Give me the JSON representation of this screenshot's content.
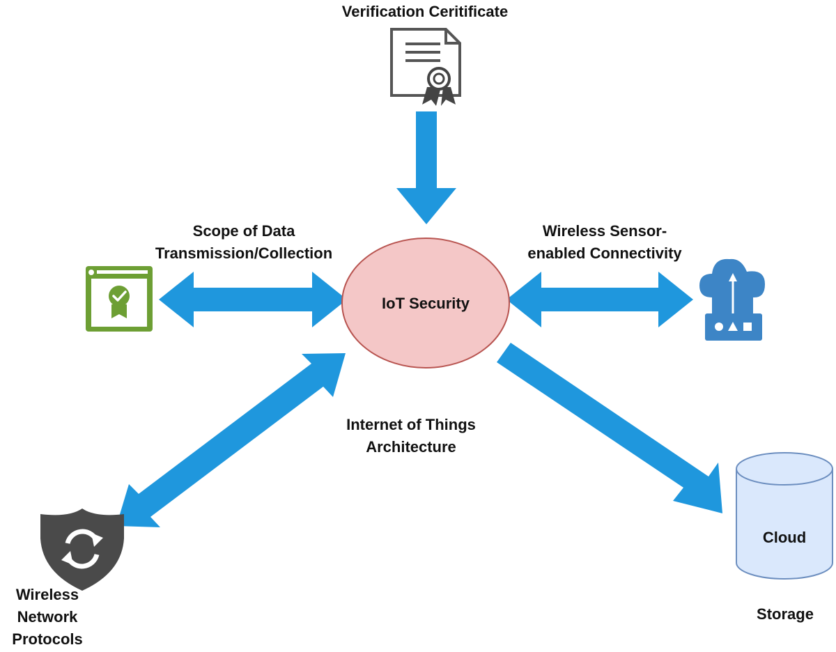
{
  "diagram": {
    "center_node": {
      "label": "IoT Security",
      "fill": "#f4c7c7",
      "stroke": "#b85450"
    },
    "arrow_color": "#1f97dd",
    "labels": {
      "certificate": "Verification Ceritificate",
      "scope": [
        "Scope of Data",
        "Transmission/Collection"
      ],
      "wireless_sensor": [
        "Wireless Sensor-",
        "enabled Connectivity"
      ],
      "architecture": [
        "Internet of Things",
        "Architecture"
      ],
      "protocols": [
        "Wireless",
        "Network",
        "Protocols"
      ],
      "storage": "Storage",
      "cloud": "Cloud"
    },
    "icons": {
      "certificate": "certificate-icon",
      "scope": "verified-browser-icon",
      "wireless_sensor": "cloud-network-icon",
      "protocols": "shield-sync-icon",
      "storage": "cylinder-database-icon"
    },
    "colors": {
      "browser_icon": "#6d9f34",
      "cloud_icon": "#3d85c6",
      "shield_icon": "#4a4a4a",
      "database_fill": "#dae8fc",
      "database_stroke": "#6c8ebf"
    }
  }
}
